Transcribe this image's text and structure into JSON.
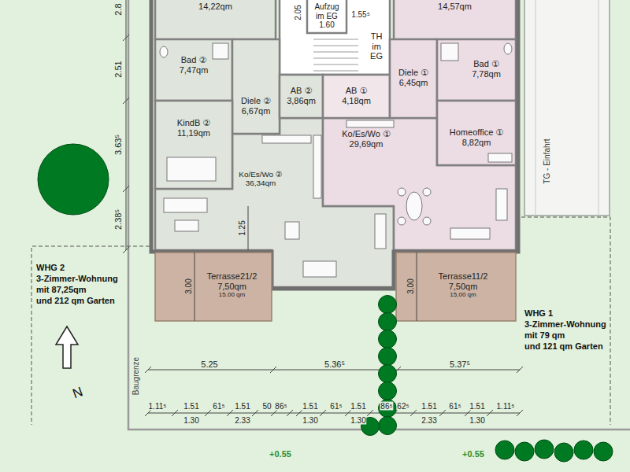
{
  "diagram": {
    "nodes": [
      {
        "text": [
          "14,22qm"
        ]
      },
      {
        "text": [
          "Aufzug im EG",
          "1.60"
        ]
      },
      {
        "text": [
          "TH im EG"
        ]
      },
      {
        "text": [
          "14,57qm"
        ]
      },
      {
        "text": [
          "Bad ②",
          "7,47qm"
        ]
      },
      {
        "text": [
          "Diele ②",
          "6,67qm"
        ]
      },
      {
        "text": [
          "AB ②",
          "3,86qm"
        ]
      },
      {
        "text": [
          "AB ①",
          "4,18qm"
        ]
      },
      {
        "text": [
          "Diele ①",
          "6,45qm"
        ]
      },
      {
        "text": [
          "Bad ①",
          "7,78qm"
        ]
      },
      {
        "text": [
          "KindB ②",
          "11,19qm"
        ]
      },
      {
        "text": [
          "Ko/Es/Wo ①",
          "29,69qm"
        ]
      },
      {
        "text": [
          "Homeoffice ①",
          "8,82qm"
        ]
      },
      {
        "text": [
          "Ko/Es/Wo ②",
          "36,34qm"
        ]
      },
      {
        "text": [
          "Terrasse21/2",
          "7,50qm",
          "15.00 qm"
        ]
      },
      {
        "text": [
          "Terrasse11/2",
          "7,50qm",
          "15,00 qm"
        ]
      }
    ],
    "labels": [
      "2.8",
      "2.05",
      "1.55⁵",
      "2.51",
      "3.63⁵",
      "2.38⁵",
      "TG - Einfahrt",
      "1.25",
      "3.00",
      "3.00",
      "WHG 2",
      "3-Zimmer-Wohnung",
      "mit 87,25qm",
      "und 212 qm Garten",
      "WHG 1",
      "3-Zimmer-Wohnung",
      "mit 79 qm",
      "und 121 qm Garten",
      "Baugrenze",
      "N",
      "5.25",
      "5.36⁵",
      "5.37⁵",
      "1.11⁵",
      "1.51",
      "61⁵",
      "1.51",
      "50",
      "86⁵",
      "1.51",
      "61⁵",
      "1.51",
      "86⁵",
      "62⁵",
      "1.51",
      "61⁵",
      "1.51",
      "1.11⁵",
      "1.30",
      "2.33",
      "1.30",
      "1.30",
      "2.33",
      "1.30",
      "+0.55",
      "+0.55"
    ]
  }
}
